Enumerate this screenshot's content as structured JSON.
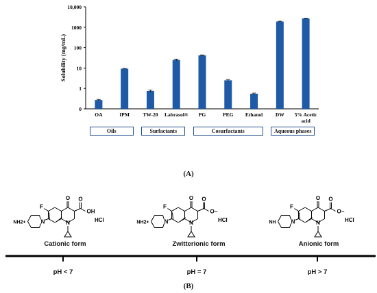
{
  "panel_a_label": "(A)",
  "panel_b_label": "(B)",
  "chart_data": {
    "type": "bar",
    "ylabel": "Solubility (mg/mL)",
    "yscale": "log",
    "ylim": [
      0.1,
      10000
    ],
    "yticks": [
      "0",
      "1",
      "10",
      "100",
      "1000",
      "10,000"
    ],
    "categories": [
      "OA",
      "IPM",
      "TW-20",
      "Labrasol®",
      "PG",
      "PEG",
      "Ethanol",
      "DW",
      "5% Acetic acid"
    ],
    "values": [
      0.27,
      9.3,
      0.75,
      25,
      42,
      2.5,
      0.55,
      1900,
      2700
    ],
    "error": [
      0.02,
      0.4,
      0.08,
      2.5,
      2,
      0.25,
      0.04,
      80,
      100
    ],
    "bar_color": "#1f5aa6",
    "groups": [
      {
        "label": "Oils",
        "start": 0,
        "end": 1
      },
      {
        "label": "Surfactants",
        "start": 2,
        "end": 3
      },
      {
        "label": "Cosurfactants",
        "start": 4,
        "end": 6
      },
      {
        "label": "Aqueous phases",
        "start": 7,
        "end": 8
      }
    ]
  },
  "forms": [
    {
      "name": "Cationic form",
      "acid": "OH",
      "amine": "NH2+",
      "salt": "HCl",
      "ph": "pH < 7"
    },
    {
      "name": "Zwitterionic form",
      "acid": "O−",
      "amine": "NH2+",
      "salt": "HCl",
      "ph": "pH = 7"
    },
    {
      "name": "Anionic form",
      "acid": "O−",
      "amine": "NH",
      "salt": "HCl",
      "ph": "pH > 7"
    }
  ],
  "atoms": {
    "fluorine": "F",
    "oxygen": "O",
    "nitrogen": "N"
  },
  "colors": {
    "axis": "#000000",
    "group_border": "#1f4e8c"
  }
}
